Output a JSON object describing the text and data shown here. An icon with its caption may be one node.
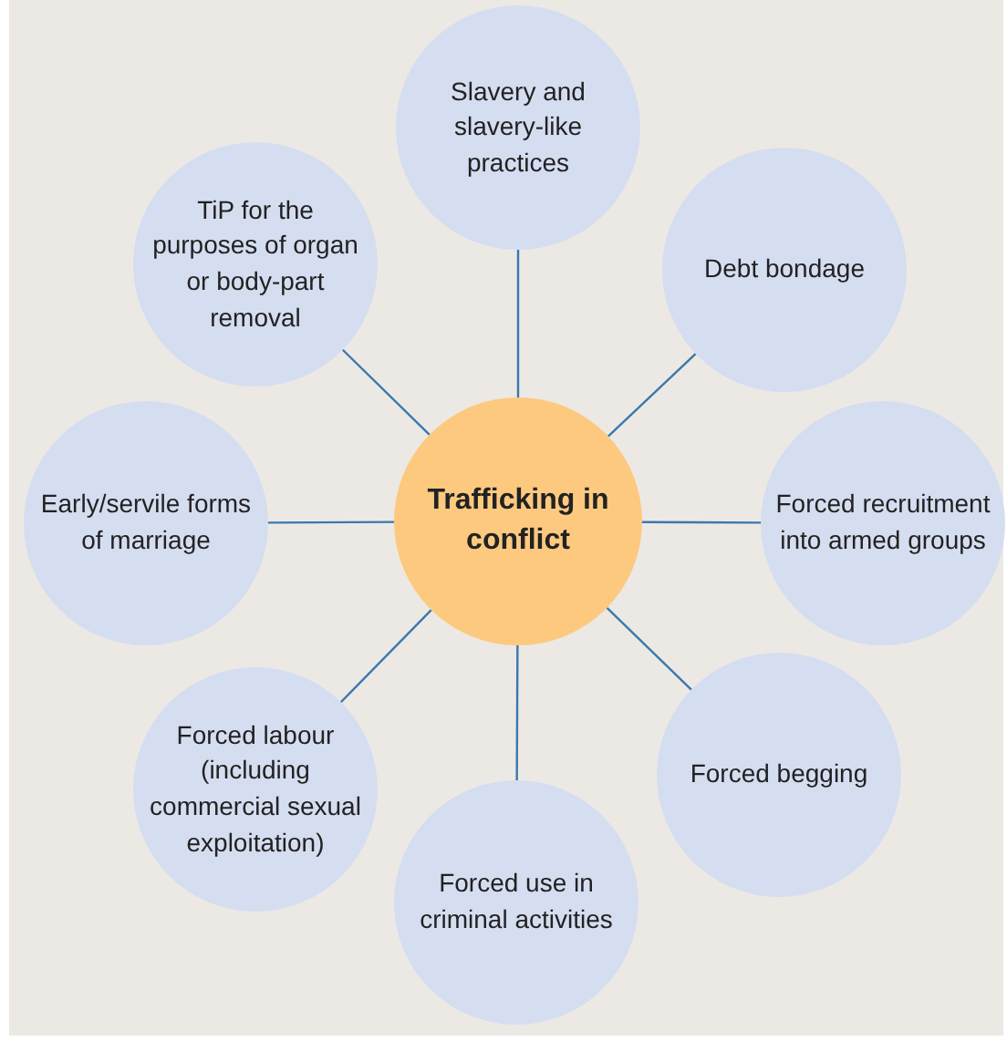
{
  "diagram": {
    "nodes": [
      {
        "text": [
          "Trafficking in conflict"
        ]
      },
      {
        "text": [
          "Slavery and slavery-like practices"
        ]
      },
      {
        "text": [
          "Debt bondage"
        ]
      },
      {
        "text": [
          "Forced recruitment into armed groups"
        ]
      },
      {
        "text": [
          "Forced begging"
        ]
      },
      {
        "text": [
          "Forced use in criminal activities"
        ]
      },
      {
        "text": [
          "Forced labour (including commercial sexual exploitation)"
        ]
      },
      {
        "text": [
          "Early/servile forms of marriage"
        ]
      },
      {
        "text": [
          "TiP for the purposes of organ or body-part removal"
        ]
      }
    ],
    "edges": [
      {
        "from": 0,
        "to": 1,
        "arrow": "none"
      },
      {
        "from": 0,
        "to": 2,
        "arrow": "none"
      },
      {
        "from": 0,
        "to": 3,
        "arrow": "none"
      },
      {
        "from": 0,
        "to": 4,
        "arrow": "none"
      },
      {
        "from": 0,
        "to": 5,
        "arrow": "none"
      },
      {
        "from": 0,
        "to": 6,
        "arrow": "none"
      },
      {
        "from": 0,
        "to": 7,
        "arrow": "none"
      },
      {
        "from": 0,
        "to": 8,
        "arrow": "none"
      }
    ]
  }
}
